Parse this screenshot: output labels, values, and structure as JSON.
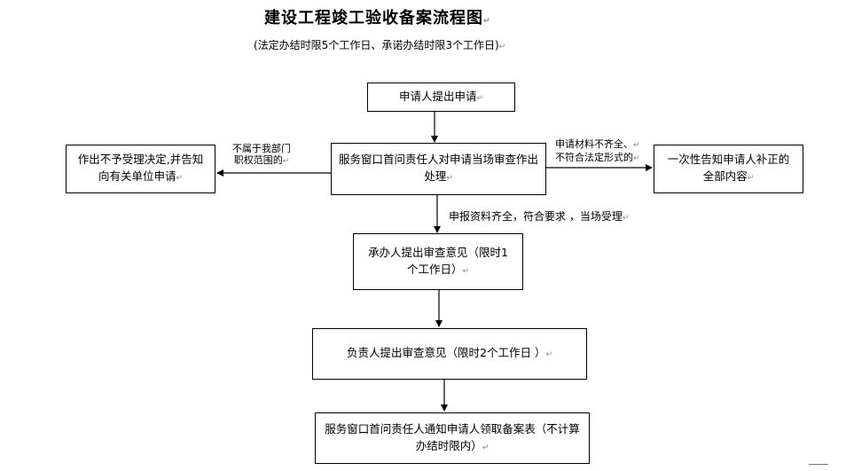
{
  "title": "建设工程竣工验收备案流程图",
  "subtitle": "(法定办结时限5个工作日、承诺办结时限3个工作日)",
  "paragraph_mark": "↵",
  "nodes": {
    "apply": "申请人提出申请",
    "window_review": "服务窗口首问责任人对申请当场审查作出处理",
    "reject": "作出不予受理决定,并告知向有关单位申请",
    "notify_supplement": "一次性告知申请人补正的全部内容",
    "handler_opinion": "承办人提出审查意见（限时1个工作日）",
    "chief_opinion": "负责人提出审查意见（限时2个工作日 ）",
    "notify_collect": "服务窗口首问责任人通知申请人领取备案表（不计算办结时限内）"
  },
  "edge_labels": {
    "out_of_scope_line1": "不属于我部门",
    "out_of_scope_line2": "职权范围的",
    "incomplete_line1": "申请材料不齐全、",
    "incomplete_line2": "不符合法定形式的",
    "complete": "申报资料齐全，符合要求 ，当场受理"
  }
}
